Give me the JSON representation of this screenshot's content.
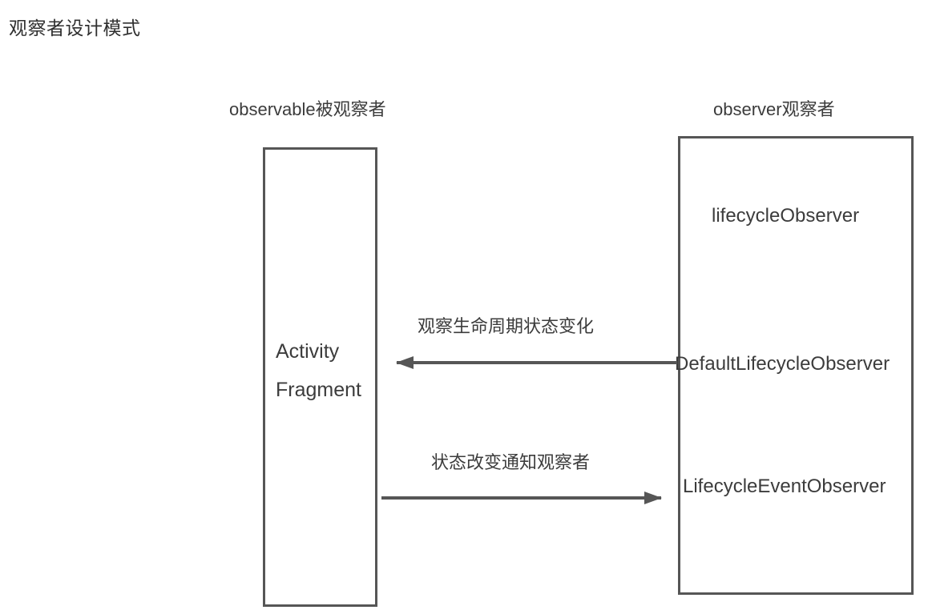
{
  "page": {
    "title": "观察者设计模式",
    "background_color": "#ffffff",
    "stroke_color": "#565656",
    "text_color": "#3c3c3c"
  },
  "columns": {
    "left_header": "observable被观察者",
    "right_header": "observer观察者"
  },
  "observable_box": {
    "line1": "Activity",
    "line2": "Fragment"
  },
  "observer_box": {
    "items": [
      {
        "label": "lifecycleObserver"
      },
      {
        "label": "DefaultLifecycleObserver"
      },
      {
        "label": "LifecycleEventObserver"
      }
    ]
  },
  "arrows": [
    {
      "label": "观察生命周期状态变化",
      "direction": "left",
      "from": "observer",
      "to": "observable"
    },
    {
      "label": "状态改变通知观察者",
      "direction": "right",
      "from": "observable",
      "to": "observer"
    }
  ]
}
